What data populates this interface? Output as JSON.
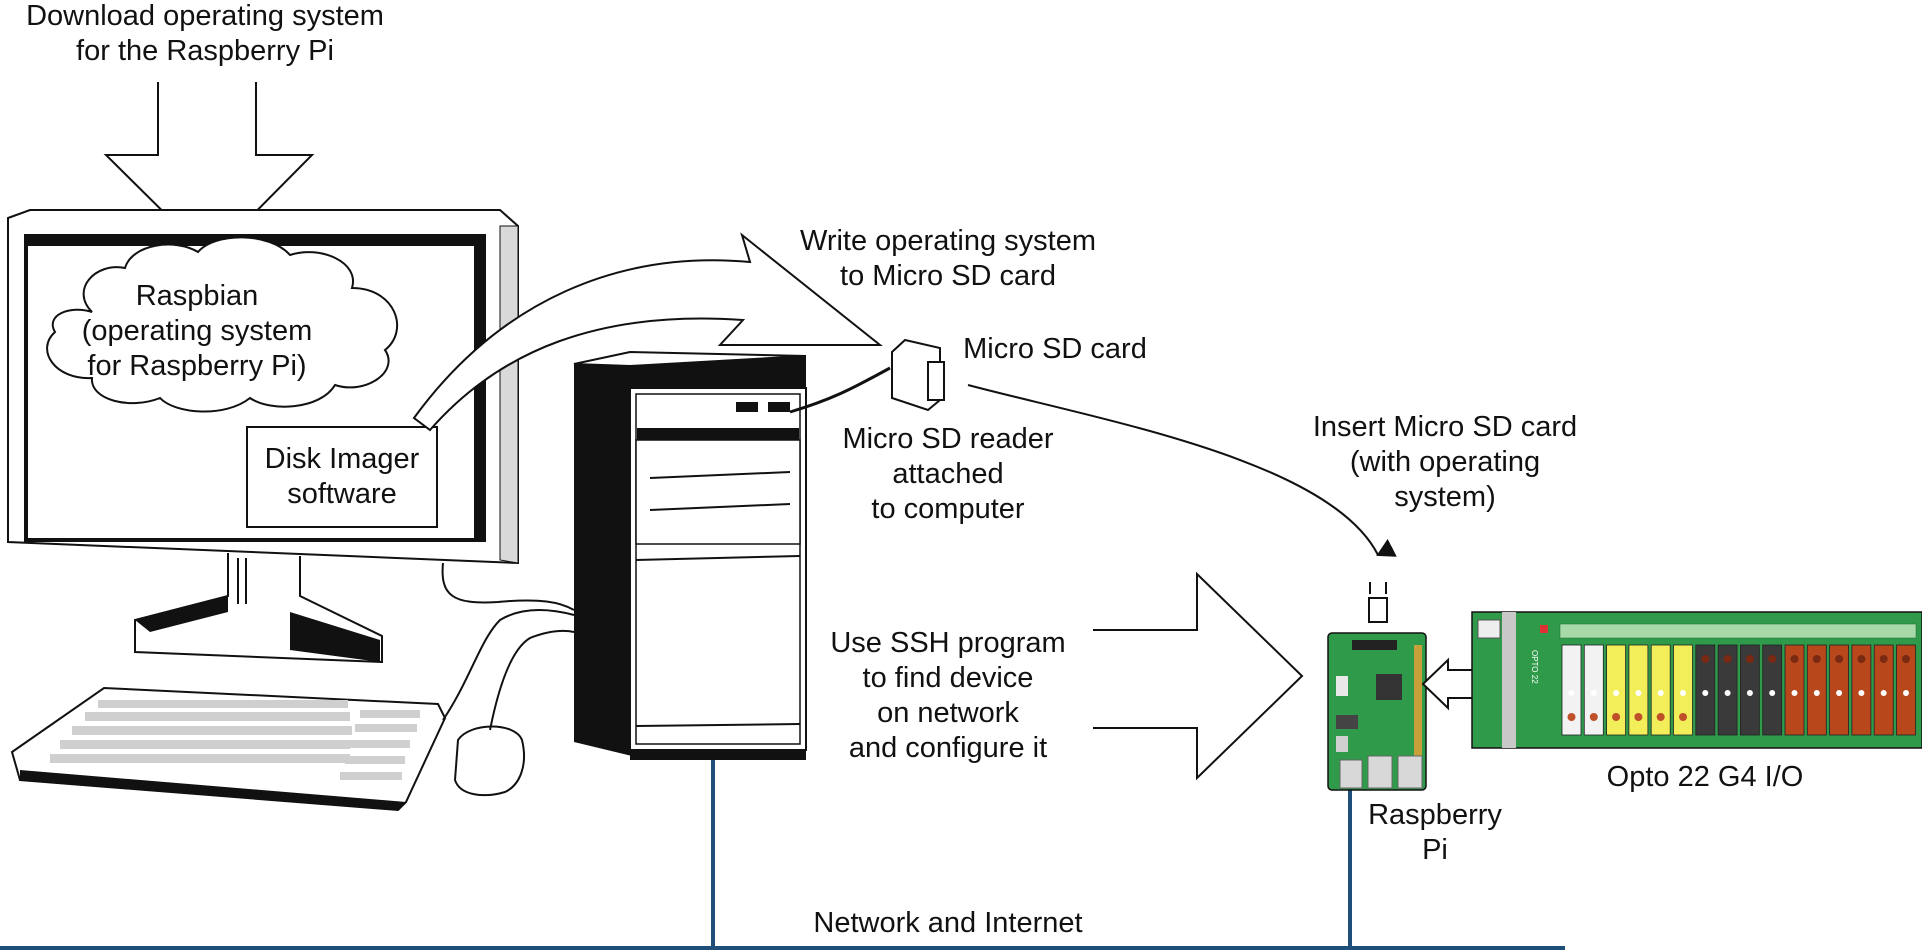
{
  "labels": {
    "download_line1": "Download operating system",
    "download_line2": "for the Raspberry Pi",
    "raspbian_line1": "Raspbian",
    "raspbian_line2": "(operating system",
    "raspbian_line3": "for Raspberry Pi)",
    "disk_imager_line1": "Disk Imager",
    "disk_imager_line2": "software",
    "write_line1": "Write operating system",
    "write_line2": "to Micro SD card",
    "micro_sd_card": "Micro SD card",
    "reader_line1": "Micro SD reader",
    "reader_line2": "attached",
    "reader_line3": "to computer",
    "insert_line1": "Insert Micro SD card",
    "insert_line2": "(with operating",
    "insert_line3": "system)",
    "ssh_line1": "Use SSH program",
    "ssh_line2": "to find device",
    "ssh_line3": "on network",
    "ssh_line4": "and configure it",
    "opto": "Opto 22 G4 I/O",
    "pi_line1": "Raspberry",
    "pi_line2": "Pi",
    "network": "Network and Internet",
    "rack_brand": "OPTO 22"
  },
  "colors": {
    "network_line": "#1f4e79",
    "board_green": "#2e9a4a",
    "module_white": "#f2f2f2",
    "module_yellow": "#f2ee5a",
    "module_black": "#3a3a3a",
    "module_red": "#b8471c"
  },
  "io_modules": [
    "white",
    "white",
    "yellow",
    "yellow",
    "yellow",
    "yellow",
    "black",
    "black",
    "black",
    "black",
    "red",
    "red",
    "red",
    "red",
    "red",
    "red"
  ]
}
